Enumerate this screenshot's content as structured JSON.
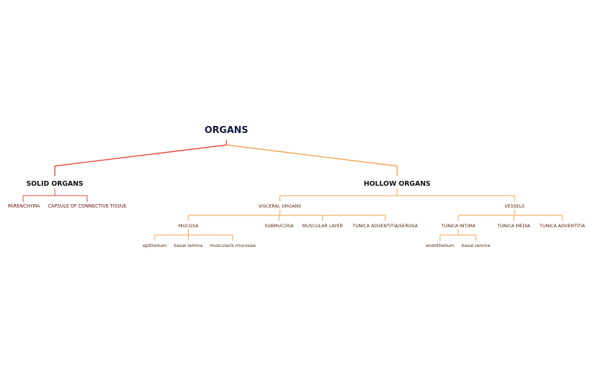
{
  "colors": {
    "solid_branch": "#e8463a",
    "hollow_branch": "#f2a04a",
    "root_text": "#14173a",
    "level1_text": "#111111",
    "solid_leaf_text": "#6b1414",
    "hollow_leaf_text": "#5a2608"
  },
  "tree": {
    "root": "ORGANS",
    "solid": {
      "title": "SOLID ORGANS",
      "children": [
        "PARENCHYMA",
        "CAPSULE OF CONNECTIVE TISSUE"
      ]
    },
    "hollow": {
      "title": "HOLLOW ORGANS",
      "visceral": {
        "title": "VISCERAL ORGANS",
        "mucosa": {
          "title": "MUCOSA",
          "children": [
            "epithelium",
            "basal lamina",
            "muscularis mucosae"
          ]
        },
        "others": [
          "SUBMUCOSA",
          "MUSCULAR LAYER",
          "TUNICA ADVENTITIA/SEROSA"
        ]
      },
      "vessels": {
        "title": "VESSELS",
        "intima": {
          "title": "TUNICA INTIMA",
          "children": [
            "endothelium",
            "basal lamina"
          ]
        },
        "others": [
          "TUNICA MEDIA",
          "TUNICA ADVENTITIA"
        ]
      }
    }
  }
}
